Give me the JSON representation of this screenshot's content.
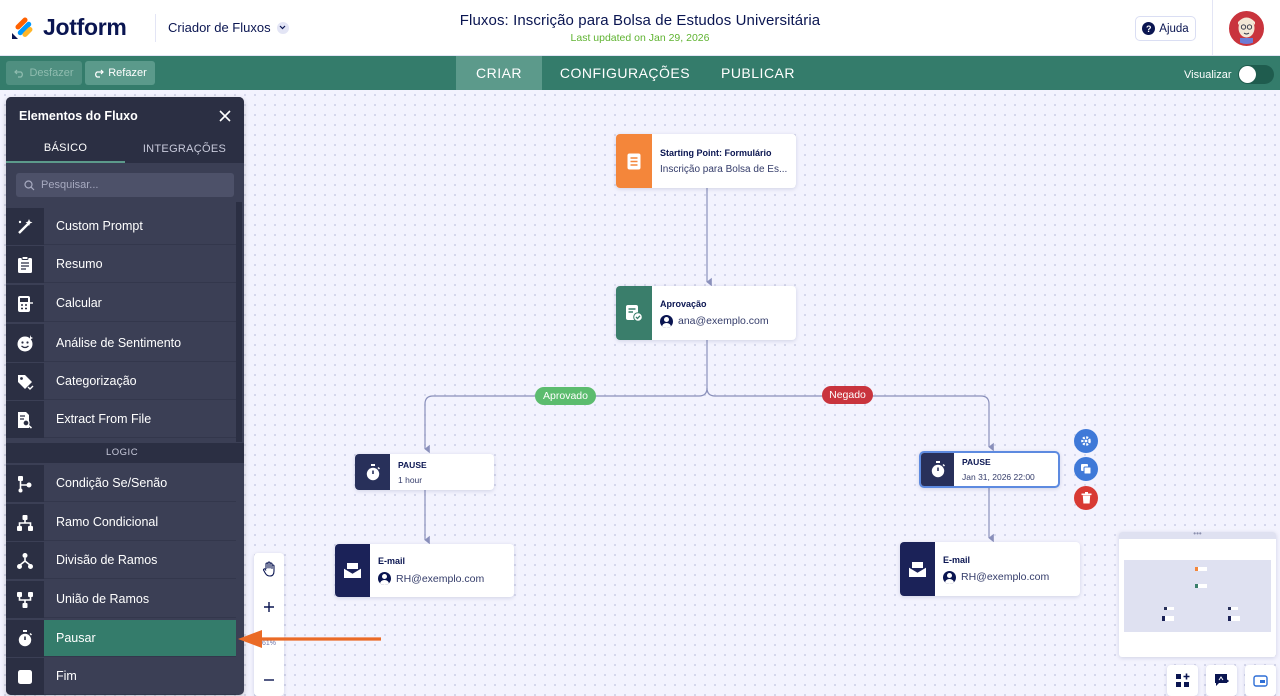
{
  "header": {
    "brand": "Jotform",
    "builder_select": "Criador de Fluxos",
    "title": "Fluxos: Inscrição para Bolsa de Estudos Universitária",
    "last_updated": "Last updated on Jan 29, 2026",
    "help_label": "Ajuda"
  },
  "nav": {
    "undo_label": "Desfazer",
    "redo_label": "Refazer",
    "tabs": [
      {
        "label": "CRIAR",
        "active": true
      },
      {
        "label": "CONFIGURAÇÕES",
        "active": false
      },
      {
        "label": "PUBLICAR",
        "active": false
      }
    ],
    "preview_label": "Visualizar",
    "preview_on": false
  },
  "sidebar": {
    "title": "Elementos do Fluxo",
    "tabs": [
      {
        "label": "BÁSICO",
        "active": true
      },
      {
        "label": "INTEGRAÇÕES",
        "active": false
      }
    ],
    "search_placeholder": "Pesquisar...",
    "items": [
      {
        "label": "Custom Prompt",
        "icon": "magic-wand-icon"
      },
      {
        "label": "Resumo",
        "icon": "summary-icon"
      },
      {
        "label": "Calcular",
        "icon": "calculator-icon"
      },
      {
        "label": "Análise de Sentimento",
        "icon": "sentiment-icon"
      },
      {
        "label": "Categorização",
        "icon": "tag-icon"
      },
      {
        "label": "Extract From File",
        "icon": "file-search-icon"
      }
    ],
    "section_label": "LOGIC",
    "logic_items": [
      {
        "label": "Condição Se/Senão",
        "icon": "if-else-icon"
      },
      {
        "label": "Ramo Condicional",
        "icon": "conditional-branch-icon"
      },
      {
        "label": "Divisão de Ramos",
        "icon": "split-branch-icon"
      },
      {
        "label": "União de Ramos",
        "icon": "merge-branch-icon"
      },
      {
        "label": "Pausar",
        "icon": "stopwatch-icon",
        "active": true
      },
      {
        "label": "Fim",
        "icon": "end-icon"
      }
    ]
  },
  "flow": {
    "start": {
      "title": "Starting Point: Formulário",
      "subtitle": "Inscrição para Bolsa de Es..."
    },
    "approval": {
      "title": "Aprovação",
      "assignee": "ana@exemplo.com"
    },
    "branch_approved": "Aprovado",
    "branch_denied": "Negado",
    "pause_left": {
      "title": "PAUSE",
      "detail": "1 hour"
    },
    "pause_right": {
      "title": "PAUSE",
      "detail": "Jan 31, 2026 22:00"
    },
    "email_left": {
      "title": "E-mail",
      "recipient": "RH@exemplo.com"
    },
    "email_right": {
      "title": "E-mail",
      "recipient": "RH@exemplo.com"
    }
  },
  "zoom": {
    "value": "61%"
  },
  "colors": {
    "brand_green": "#347c6b",
    "form_orange": "#f4863a",
    "approval_green": "#3a7e6b",
    "node_navy": "#28305a",
    "email_navy": "#1b2258",
    "approved_badge": "#5cbc6e",
    "denied_badge": "#c9343d",
    "tool_blue": "#3f79d8",
    "tool_red": "#d83a34"
  }
}
